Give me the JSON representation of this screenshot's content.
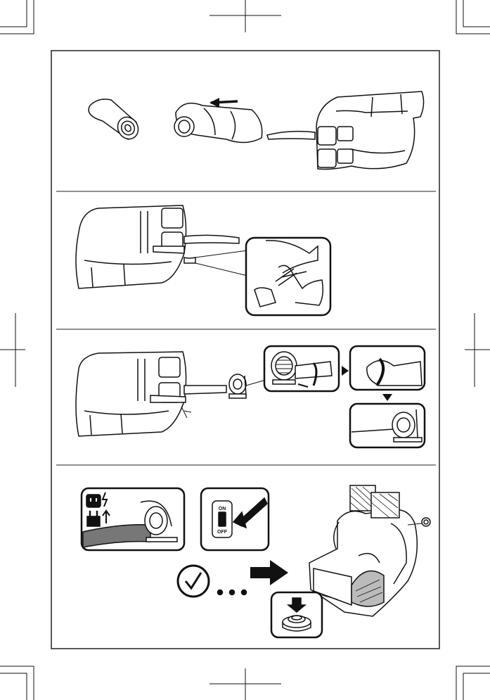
{
  "switch": {
    "on_label": "ON",
    "off_label": "OFF"
  },
  "steps": [
    {
      "id": "unroll",
      "icons": [
        "rolled-bounce-house-icon",
        "unrolling-bounce-house-icon",
        "flat-bounce-house-icon"
      ]
    },
    {
      "id": "tie-outlet",
      "icons": [
        "deflated-bounce-house-icon",
        "tie-outlet-detail-icon"
      ]
    },
    {
      "id": "attach-blower",
      "icons": [
        "blower-connected-icon",
        "blower-tube-detail-icon",
        "tube-strap-detail-icon",
        "blower-secured-detail-icon"
      ]
    },
    {
      "id": "power-inflate",
      "icons": [
        "outlet-plug-icon",
        "power-switch-icon",
        "checkmark-clock-icon",
        "inflated-bounce-house-icon",
        "valve-closed-detail-icon"
      ]
    }
  ],
  "colors": {
    "ink": "#111111",
    "paper": "#ffffff",
    "panel_border": "#222222"
  }
}
